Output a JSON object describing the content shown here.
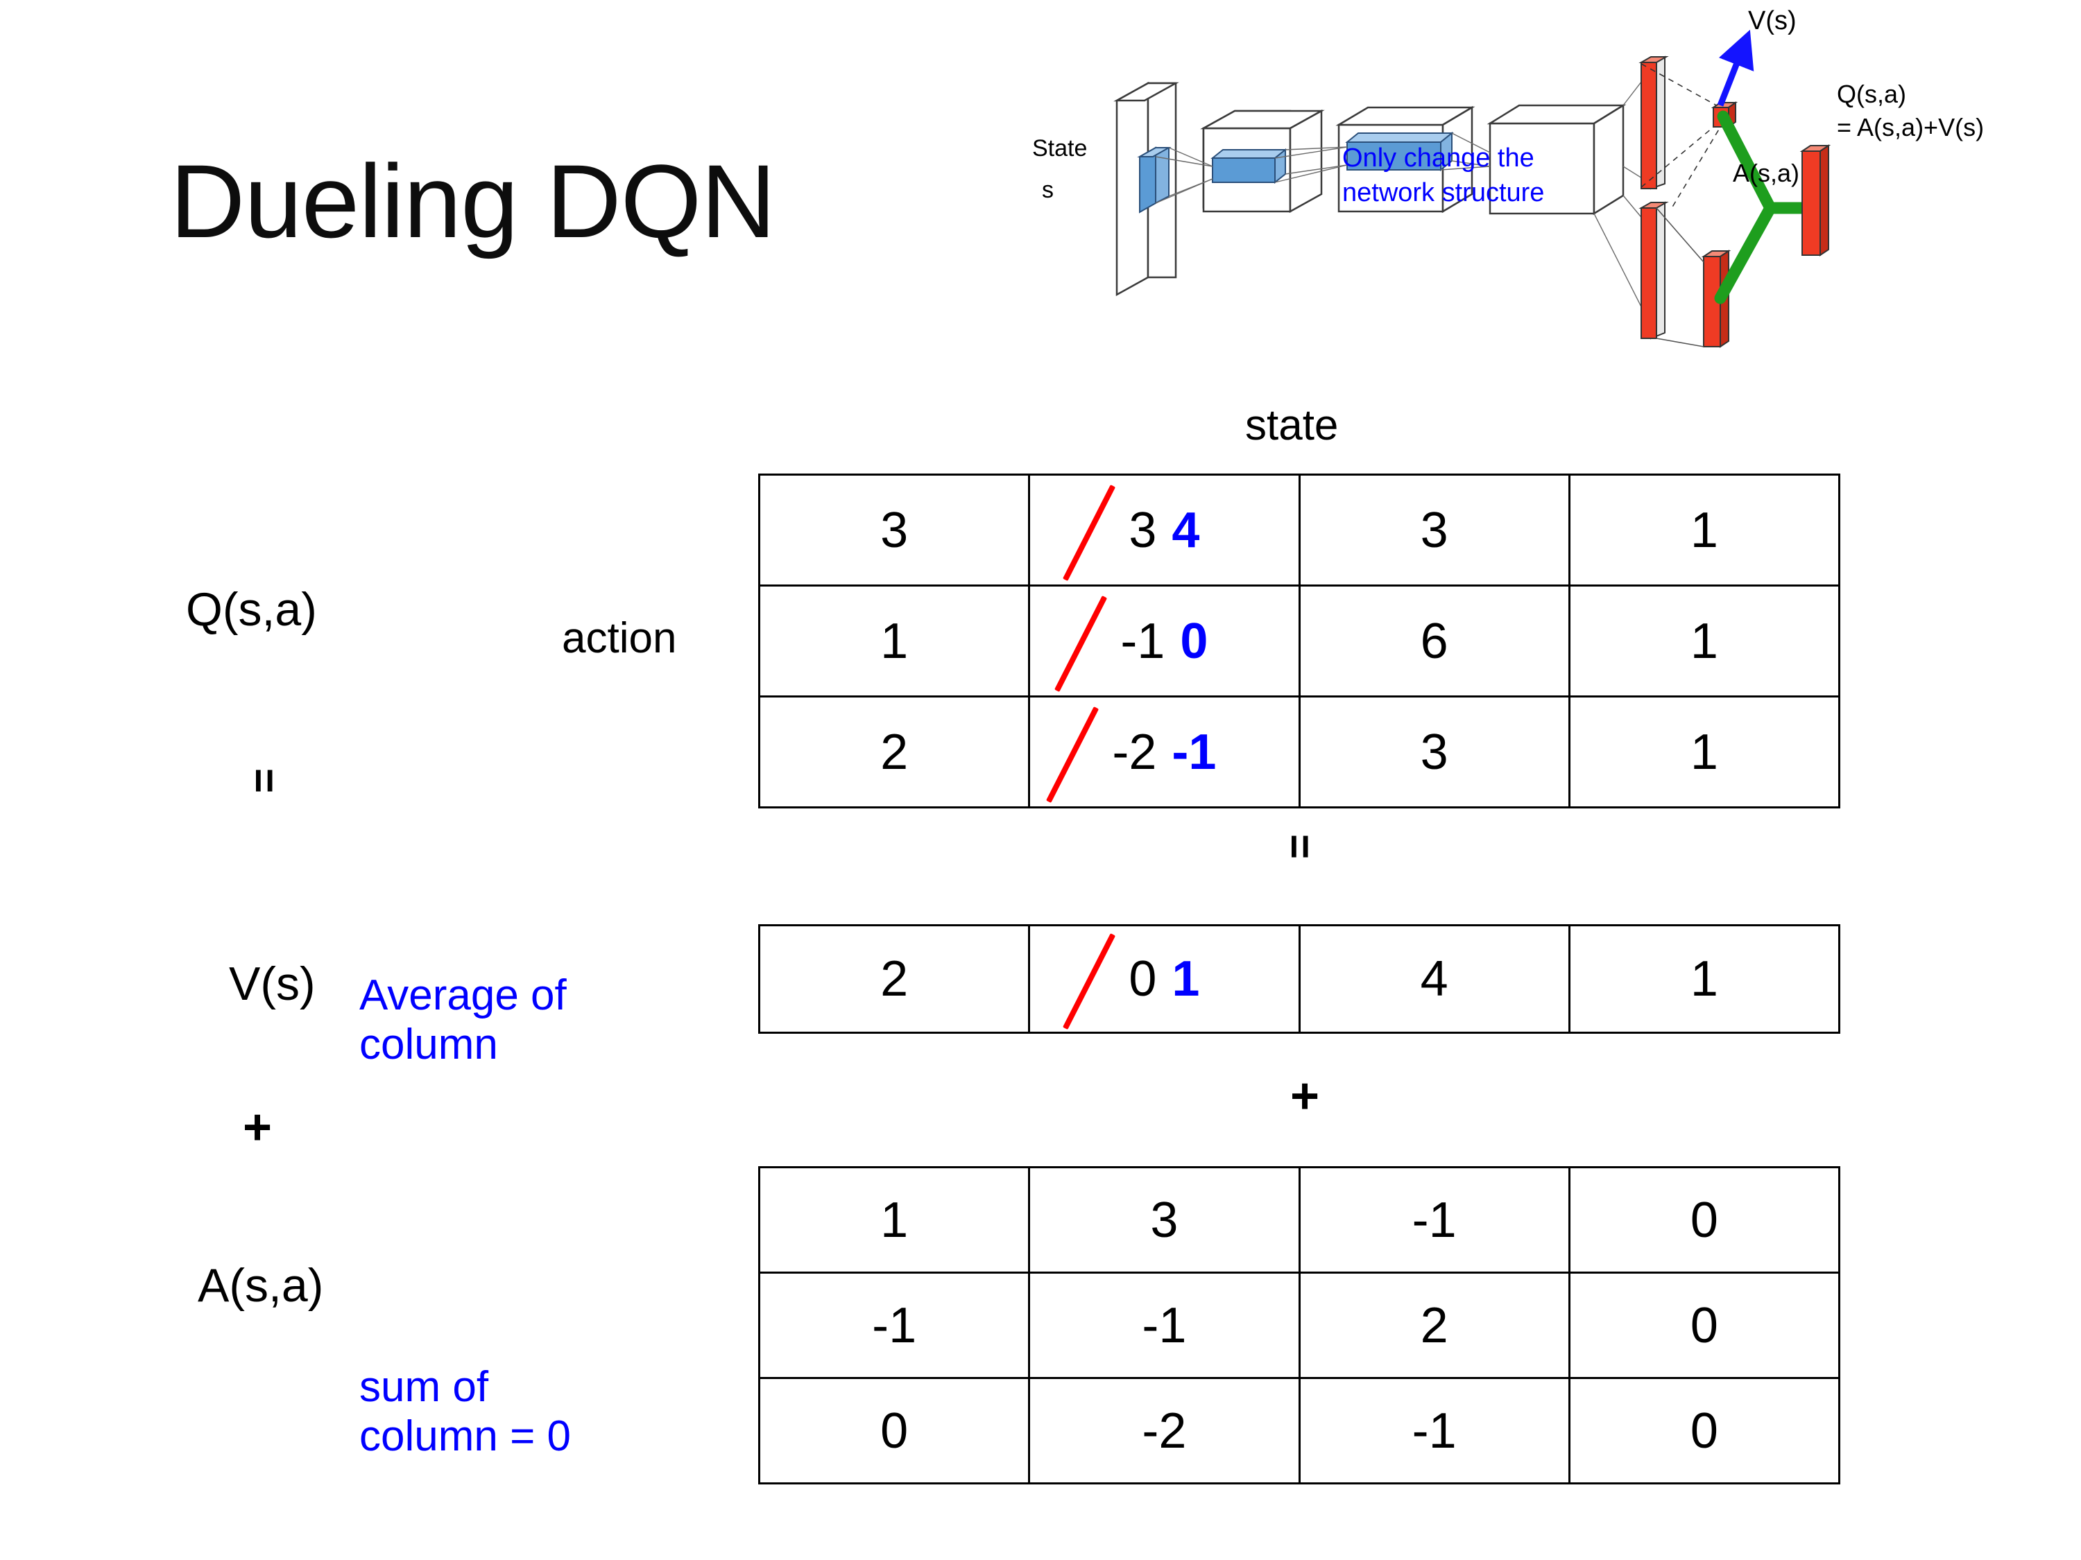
{
  "slide": {
    "title": "Dueling DQN"
  },
  "labels": {
    "q_label": "Q(s,a)",
    "v_label": "V(s)",
    "a_label": "A(s,a)",
    "action_axis": "action",
    "state_axis": "state",
    "equals": "=",
    "plus": "+"
  },
  "annotations": {
    "average_of_column": "Average of\ncolumn",
    "sum_of_column": "sum of\ncolumn = 0",
    "only_change": "Only change the\nnetwork structure",
    "color_blue": "#0000FF",
    "color_red": "#FF0000",
    "color_green": "#1E9E1E"
  },
  "diagram": {
    "state_label_line1": "State",
    "state_label_line2": "s",
    "v_out_label": "V(s)",
    "a_out_label": "A(s,a)",
    "q_out_label_line1": "Q(s,a)",
    "q_out_label_line2": "= A(s,a)+V(s)",
    "note": "Only change the\nnetwork structure"
  },
  "chart_data": {
    "type": "table",
    "title": "Dueling DQN decomposition Q(s,a) = V(s) + A(s,a)",
    "column_axis": "state",
    "row_axis": "action",
    "tables": [
      {
        "name": "Q(s,a)",
        "rows": [
          [
            {
              "value": "3"
            },
            {
              "value": "3",
              "edited": true,
              "new_value": "4"
            },
            {
              "value": "3"
            },
            {
              "value": "1"
            }
          ],
          [
            {
              "value": "1"
            },
            {
              "value": "-1",
              "edited": true,
              "new_value": "0"
            },
            {
              "value": "6"
            },
            {
              "value": "1"
            }
          ],
          [
            {
              "value": "2"
            },
            {
              "value": "-2",
              "edited": true,
              "new_value": "-1"
            },
            {
              "value": "3"
            },
            {
              "value": "1"
            }
          ]
        ]
      },
      {
        "name": "V(s)",
        "rows": [
          [
            {
              "value": "2"
            },
            {
              "value": "0",
              "edited": true,
              "new_value": "1"
            },
            {
              "value": "4"
            },
            {
              "value": "1"
            }
          ]
        ]
      },
      {
        "name": "A(s,a)",
        "rows": [
          [
            {
              "value": "1"
            },
            {
              "value": "3"
            },
            {
              "value": "-1"
            },
            {
              "value": "0"
            }
          ],
          [
            {
              "value": "-1"
            },
            {
              "value": "-1"
            },
            {
              "value": "2"
            },
            {
              "value": "0"
            }
          ],
          [
            {
              "value": "0"
            },
            {
              "value": "-2"
            },
            {
              "value": "-1"
            },
            {
              "value": "0"
            }
          ]
        ]
      }
    ]
  }
}
